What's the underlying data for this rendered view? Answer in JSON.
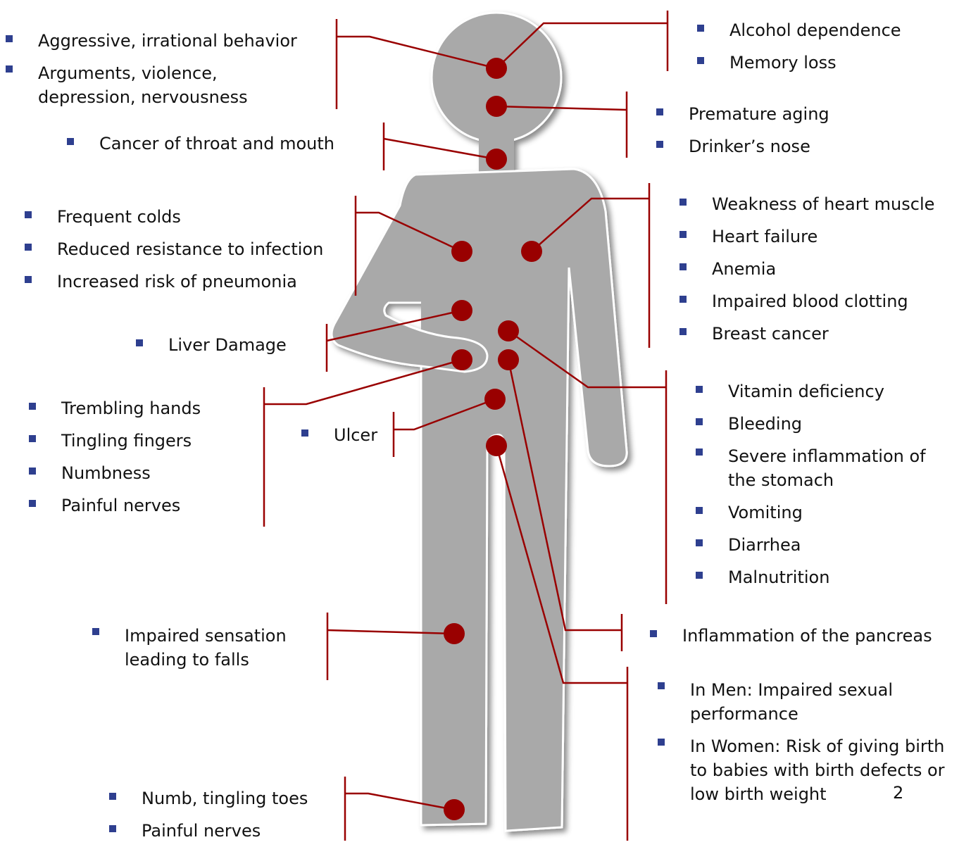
{
  "colors": {
    "figure": "#a9a9a9",
    "dot": "#990000",
    "line": "#990000",
    "bullet": "#2e3f8f"
  },
  "groups": {
    "behavior": [
      "Aggressive, irrational behavior",
      "Arguments, violence, depression, nervousness"
    ],
    "brain": [
      "Alcohol dependence",
      "Memory loss"
    ],
    "face": [
      "Premature aging",
      "Drinker’s nose"
    ],
    "throat": [
      "Cancer of throat and mouth"
    ],
    "lungs": [
      "Frequent colds",
      "Reduced resistance to infection",
      "Increased risk of pneumonia"
    ],
    "heart": [
      "Weakness of heart muscle",
      "Heart failure",
      "Anemia",
      "Impaired blood clotting",
      "Breast cancer"
    ],
    "liver": [
      "Liver Damage"
    ],
    "hands": [
      "Trembling hands",
      "Tingling fingers",
      "Numbness",
      "Painful nerves"
    ],
    "ulcer": [
      "Ulcer"
    ],
    "stomach": [
      "Vitamin deficiency",
      "Bleeding",
      "Severe inflammation of the stomach",
      "Vomiting",
      "Diarrhea",
      "Malnutrition"
    ],
    "legs": [
      "Impaired sensation leading to falls"
    ],
    "pancreas": [
      "Inflammation of the pancreas"
    ],
    "sexual": [
      "In Men: Impaired sexual performance",
      "In Women: Risk of giving birth to babies with birth defects or low birth weight"
    ],
    "feet": [
      "Numb, tingling toes",
      "Painful nerves"
    ]
  },
  "page_number": "2"
}
